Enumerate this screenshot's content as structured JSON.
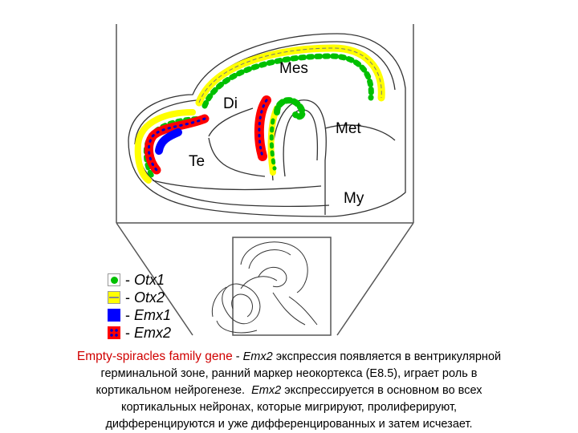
{
  "regions": {
    "mes": "Mes",
    "di": "Di",
    "met": "Met",
    "te": "Te",
    "my": "My"
  },
  "legend": [
    {
      "prefix": "- ",
      "gene": "Otx1",
      "swatch": "green-dots",
      "color": "#00c000"
    },
    {
      "prefix": "- ",
      "gene": "Otx2",
      "swatch": "yellow-hatched",
      "color": "#ffff00"
    },
    {
      "prefix": "- ",
      "gene": "Emx1",
      "swatch": "blue",
      "color": "#0000ff"
    },
    {
      "prefix": "- ",
      "gene": "Emx2",
      "swatch": "red-with-blue-dots",
      "color": "#ff0000"
    }
  ],
  "caption": {
    "family": "Empty-spiracles family gene",
    "sep": " - ",
    "gene1": "Emx2",
    "text1": " экспрессия появляется в вентрикулярной",
    "line2": "герминальной зоне, ранний маркер неокортекса (Е8.5), играет роль в",
    "text3": "кортикальном нейрогенезе.  ",
    "gene2": "Emx2",
    "text3b": " экспрессируется в основном во всех",
    "line4": "кортикальных нейронах, которые мигрируют, пролиферируют,",
    "line5": "дифференцируются и уже дифференцированных и затем исчезает."
  },
  "colors": {
    "otx1": "#00c000",
    "otx2": "#ffff00",
    "emx1": "#0000ff",
    "emx2": "#ff0000",
    "caption_family": "#d00000"
  }
}
